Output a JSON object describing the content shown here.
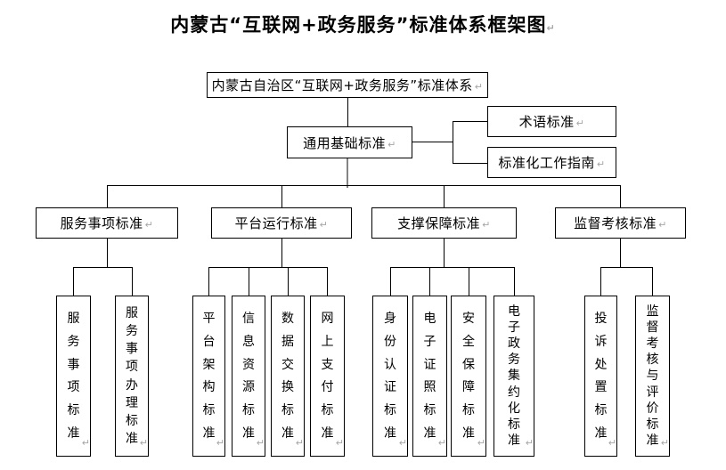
{
  "title": "内蒙古“互联网+政务服务”标准体系框架图",
  "marks": {
    "return_mark": "↵"
  },
  "colors": {
    "background": "#ffffff",
    "border": "#000000",
    "connector": "#000000",
    "connector_center_gray": "#848484",
    "paragraph_mark": "#a6a6a6"
  },
  "tree": {
    "root": "内蒙古自治区“互联网+政务服务”标准体系",
    "general": "通用基础标准",
    "general_side": [
      "术语标准",
      "标准化工作指南"
    ],
    "branches": [
      {
        "label": "服务事项标准",
        "children": [
          "服务事项标准",
          "服务事项办理标准"
        ]
      },
      {
        "label": "平台运行标准",
        "children": [
          "平台架构标准",
          "信息资源标准",
          "数据交换标准",
          "网上支付标准"
        ]
      },
      {
        "label": "支撑保障标准",
        "children": [
          "身份认证标准",
          "电子证照标准",
          "安全保障标准",
          "电子政务集约化标准"
        ]
      },
      {
        "label": "监督考核标准",
        "children": [
          "投诉处置标准",
          "监督考核与评价标准"
        ]
      }
    ]
  }
}
